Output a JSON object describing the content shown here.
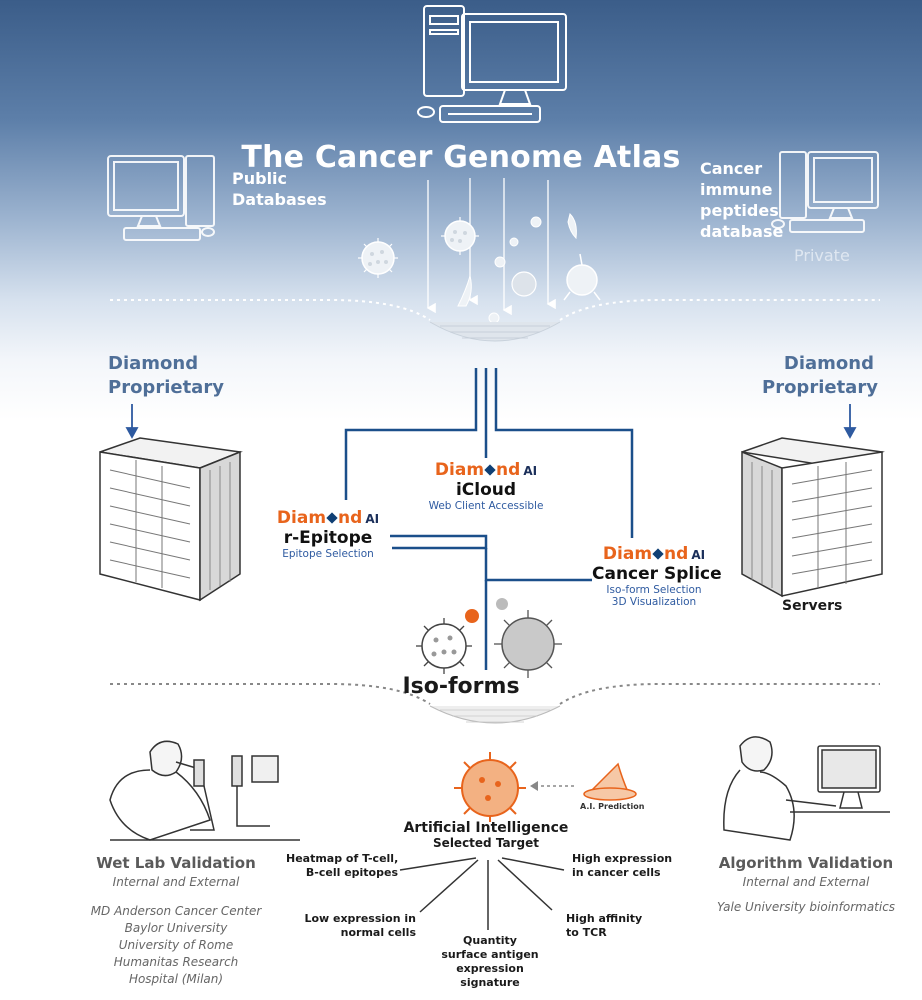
{
  "top": {
    "title": "The Cancer Genome Atlas",
    "left_source": "Public\nDatabases",
    "right_source": "Cancer\nimmune\npeptides\ndatabase",
    "right_tag": "Private"
  },
  "proprietary": {
    "left_label": "Diamond\nProprietary",
    "right_label": "Diamond\nProprietary",
    "servers_label": "Servers"
  },
  "brand": {
    "name_a": "Diam",
    "name_b": "nd",
    "ai": "AI"
  },
  "modules": {
    "icloud": {
      "name": "iCloud",
      "sub": "Web Client Accessible"
    },
    "repitope": {
      "name": "r-Epitope",
      "sub": "Epitope Selection"
    },
    "splice": {
      "name": "Cancer Splice",
      "sub": "Iso-form Selection\n3D Visualization"
    }
  },
  "isoforms": {
    "label": "Iso-forms"
  },
  "wetlab": {
    "title": "Wet Lab Validation",
    "subtitle": "Internal and External",
    "partners": "MD Anderson Cancer Center\nBaylor University\nUniversity of Rome\nHumanitas Research\nHospital (Milan)"
  },
  "algorithm": {
    "title": "Algorithm Validation",
    "subtitle": "Internal and External",
    "partner": "Yale University bioinformatics"
  },
  "ai_target": {
    "prediction": "A.I. Prediction",
    "title": "Artificial Intelligence",
    "subtitle": "Selected Target",
    "features": {
      "heatmap": "Heatmap of T-cell,\nB-cell epitopes",
      "low_expr": "Low expression in\nnormal cells",
      "quantity": "Quantity\nsurface antigen\nexpression\nsignature",
      "affinity": "High affinity\nto TCR",
      "high_expr": "High expression\nin cancer cells"
    }
  },
  "colors": {
    "brand_orange": "#e8641c",
    "connector_blue": "#1b4f8a",
    "sub_blue": "#2e5aa0",
    "bg_top": "#3b5d89"
  },
  "icons": [
    "desktop-computer-icon",
    "virus-icon",
    "server-rack-icon",
    "scientist-microscope-icon",
    "analyst-computer-icon",
    "wizard-hat-icon"
  ]
}
